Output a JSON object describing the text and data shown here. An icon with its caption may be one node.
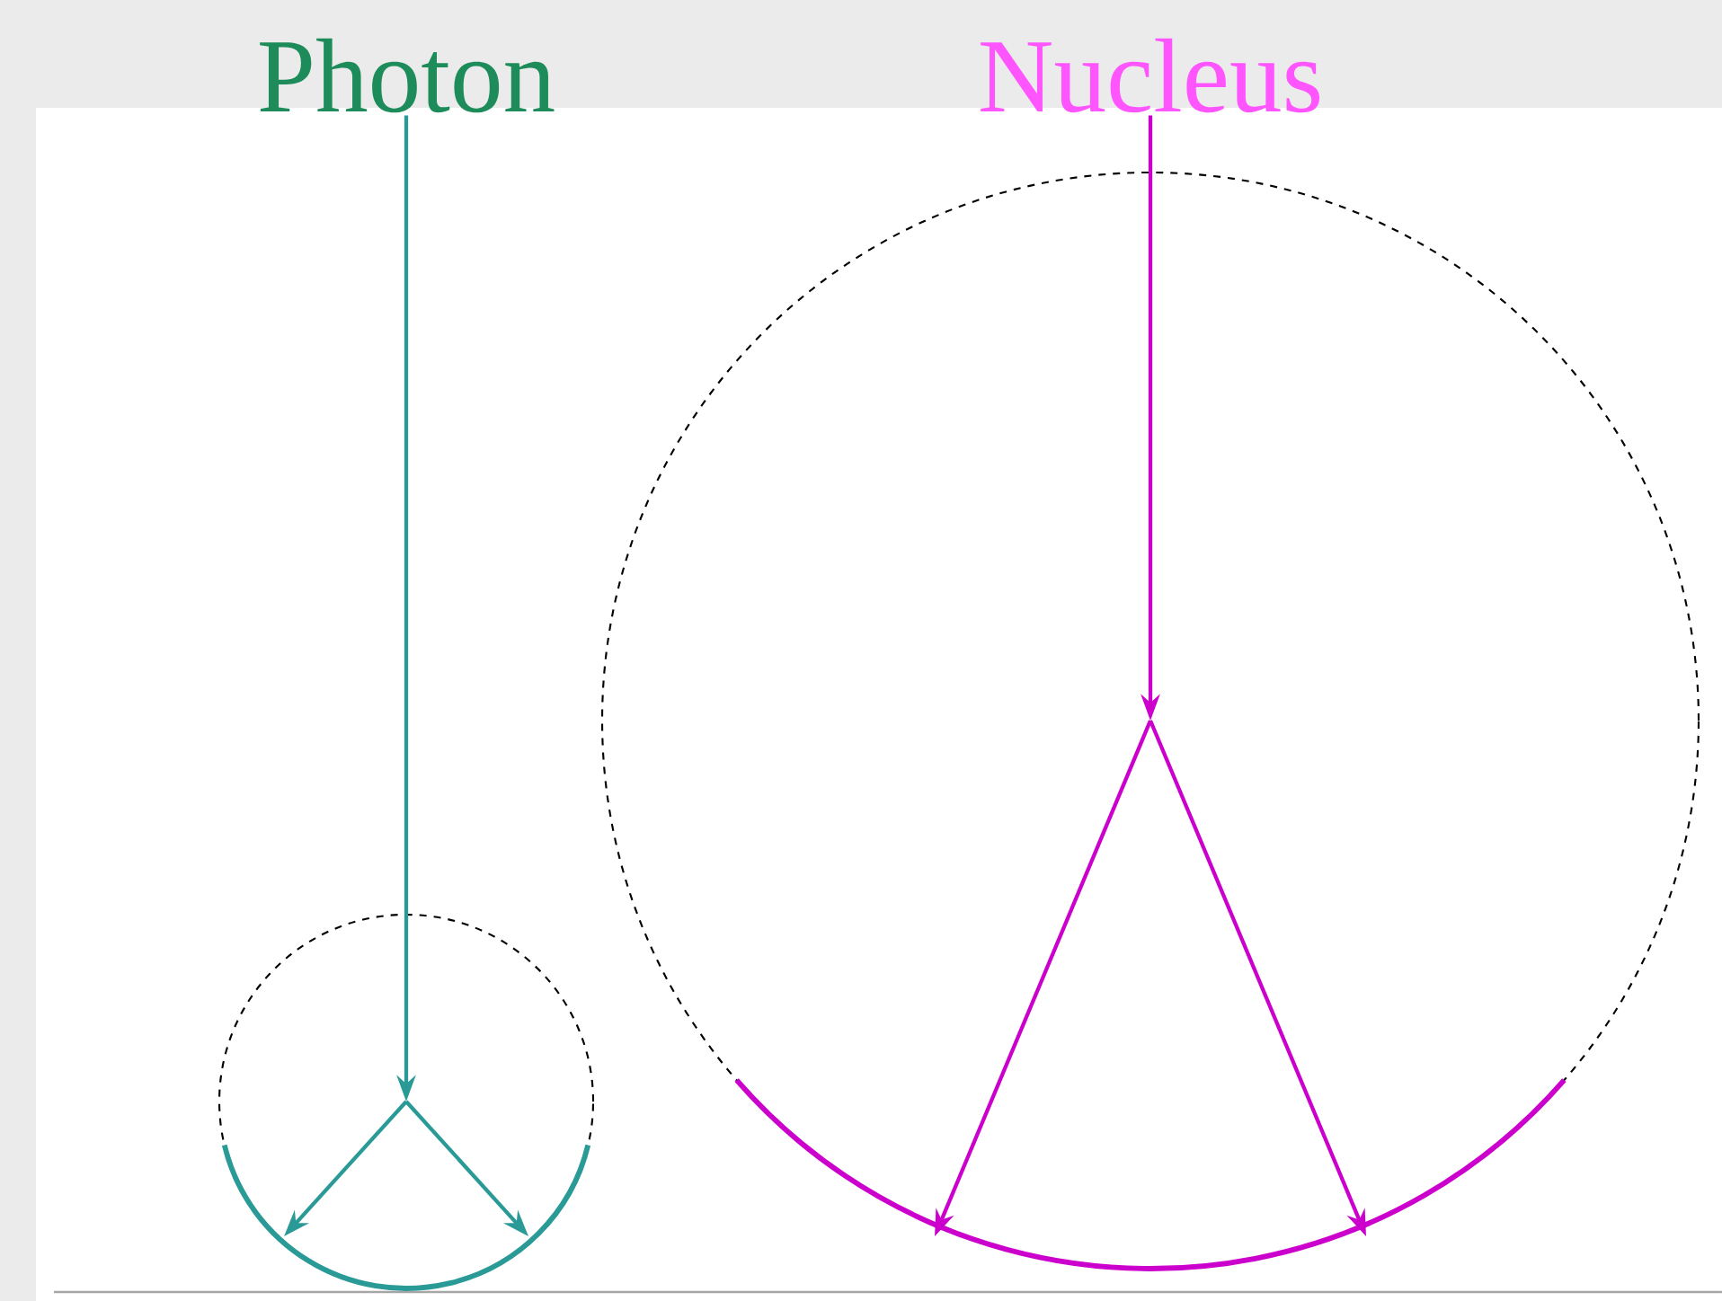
{
  "diagram": {
    "nodes": [
      {
        "text": [
          "Photon"
        ]
      },
      {
        "text": [],
        "shape": "circle"
      },
      {
        "text": [
          "Nucleus"
        ]
      },
      {
        "text": [],
        "shape": "circle"
      }
    ],
    "edges": [
      {
        "from": 0,
        "to": 1,
        "arrow": "to",
        "color": "#2a9a96"
      },
      {
        "from": 1,
        "to": null,
        "arrow": "to",
        "color": "#2a9a96"
      },
      {
        "from": 1,
        "to": null,
        "arrow": "to",
        "color": "#2a9a96"
      },
      {
        "from": 2,
        "to": 3,
        "arrow": "to",
        "color": "#cc00cc"
      },
      {
        "from": 3,
        "to": null,
        "arrow": "to",
        "color": "#cc00cc"
      },
      {
        "from": 3,
        "to": null,
        "arrow": "to",
        "color": "#cc00cc"
      }
    ]
  }
}
